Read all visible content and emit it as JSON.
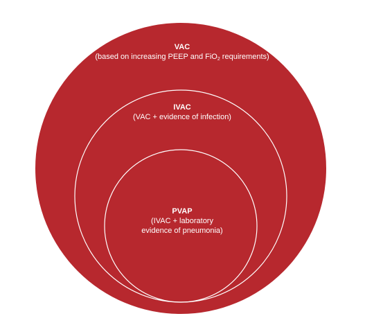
{
  "colors": {
    "fill": "#b7282e",
    "stroke": "#ffffff",
    "text": "#ffffff"
  },
  "vac": {
    "title": "VAC",
    "subtitle_pre": "(based on increasing PEEP and FiO",
    "subtitle_sub": "2",
    "subtitle_post": " requirements)"
  },
  "ivac": {
    "title": "IVAC",
    "subtitle": "(VAC + evidence of infection)"
  },
  "pvap": {
    "title": "PVAP",
    "line1": "(IVAC + laboratory",
    "line2": "evidence of pneumonia)"
  }
}
